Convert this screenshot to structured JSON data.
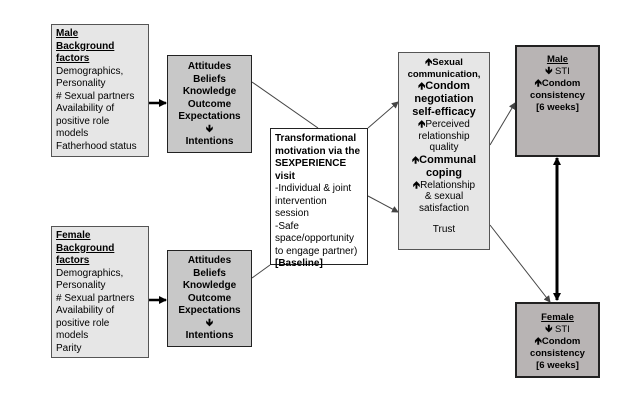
{
  "male_background": {
    "title_line1": "Male",
    "title_line2": "Background",
    "title_line3": "factors",
    "items": [
      "Demographics,",
      "Personality",
      "# Sexual partners",
      "Availability of",
      "positive role",
      "models",
      "Fatherhood status"
    ]
  },
  "female_background": {
    "title_line1": "Female",
    "title_line2": "Background",
    "title_line3": "factors",
    "items": [
      "Demographics,",
      "Personality",
      "# Sexual partners",
      "Availability of",
      "positive role",
      "models",
      "Parity"
    ]
  },
  "male_attitudes": {
    "lines": [
      "Attitudes",
      "Beliefs",
      "Knowledge",
      "Outcome",
      "Expectations"
    ],
    "down_arrow": "🡻",
    "outcome": "Intentions"
  },
  "female_attitudes": {
    "lines": [
      "Attitudes",
      "Beliefs",
      "Knowledge",
      "Outcome",
      "Expectations"
    ],
    "down_arrow": "🡻",
    "outcome": "Intentions"
  },
  "intervention": {
    "line1": "Transformational",
    "line2": "motivation via the",
    "line3": "SEXPERIENCE",
    "line4": "visit",
    "items": [
      "-Individual & joint",
      "intervention",
      "session",
      "-Safe",
      "space/opportunity",
      "to engage partner)"
    ],
    "baseline": "[Baseline]"
  },
  "mediators": {
    "up_arrow": "🡹",
    "sexual_comm_1": "Sexual",
    "sexual_comm_2": "communication,",
    "condom_neg_1": "Condom",
    "condom_neg_2": "negotiation",
    "condom_neg_3": "self-efficacy",
    "perceived_1": "Perceived",
    "perceived_2": "relationship",
    "perceived_3": "quality",
    "communal_1": "Communal",
    "communal_2": "coping",
    "relationship_1": "Relationship",
    "relationship_2": "& sexual",
    "relationship_3": "satisfaction",
    "trust": "Trust"
  },
  "male_outcome": {
    "title": "Male",
    "down_arrow": "🡻",
    "up_arrow": "🡹",
    "sti": "STI",
    "condom_1": "Condom",
    "condom_2": "consistency",
    "weeks": "[6 weeks]"
  },
  "female_outcome": {
    "title": "Female",
    "down_arrow": "🡻",
    "up_arrow": "🡹",
    "sti": "STI",
    "condom_1": "Condom",
    "condom_2": "consistency",
    "weeks": "[6 weeks]"
  }
}
